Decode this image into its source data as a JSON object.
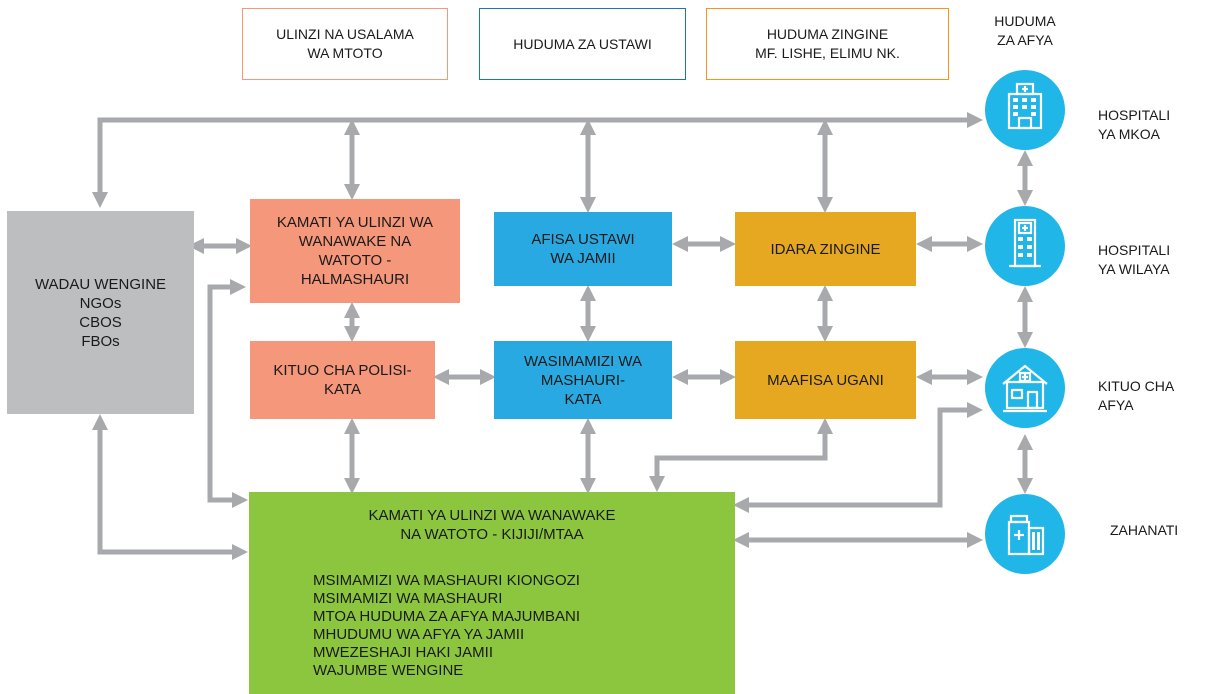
{
  "legend": {
    "child_protection": "ULINZI NA USALAMA\nWA MTOTO",
    "welfare": "HUDUMA ZA USTAWI",
    "other": "HUDUMA ZINGINE\nMF. LISHE, ELIMU NK.",
    "health": "HUDUMA\nZA AFYA"
  },
  "boxes": {
    "stakeholders": "WADAU WENGINE\nNGOs\nCBOS\nFBOs",
    "council_committee": "KAMATI YA ULINZI WA\nWANAWAKE NA\nWATOTO -\nHALMASHAURI",
    "welfare_officer": "AFISA USTAWI\nWA JAMII",
    "other_departments": "IDARA ZINGINE",
    "police": "KITUO CHA POLISI-\nKATA",
    "ward_supervisors": "WASIMAMIZI WA\nMASHAURI-\nKATA",
    "extension_officers": "MAAFISA UGANI"
  },
  "village_committee": {
    "title": "KAMATI YA ULINZI WA WANAWAKE\nNA WATOTO - KIJIJI/MTAA",
    "members": [
      "MSIMAMIZI WA MASHAURI KIONGOZI",
      "MSIMAMIZI WA MASHAURI",
      "MTOA HUDUMA ZA AFYA MAJUMBANI",
      "MHUDUMU WA AFYA YA JAMII",
      "MWEZESHAJI HAKI JAMII",
      "WAJUMBE WENGINE"
    ]
  },
  "health_facilities": [
    {
      "label": "HOSPITALI\nYA MKOA",
      "icon": "regional-hospital-icon"
    },
    {
      "label": "HOSPITALI\nYA WILAYA",
      "icon": "district-hospital-icon"
    },
    {
      "label": "KITUO CHA\nAFYA",
      "icon": "health-centre-icon"
    },
    {
      "label": "ZAHANATI",
      "icon": "dispensary-icon"
    }
  ],
  "colors": {
    "child_protection": "#f4977a",
    "welfare": "#29a9e1",
    "other": "#e6a820",
    "stakeholders": "#bcbec0",
    "village": "#8cc63f",
    "health": "#21b6e8",
    "arrow": "#a7a9ac"
  }
}
